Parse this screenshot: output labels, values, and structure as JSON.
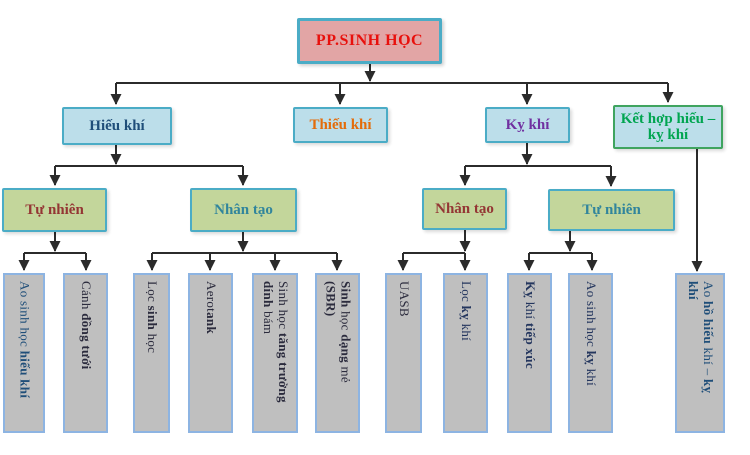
{
  "diagram": {
    "title": "PP.SINH HỌC",
    "root": {
      "label": "PP.SINH HỌC",
      "color": "#E8100C"
    },
    "branches": [
      {
        "label": "Hiếu khí",
        "color": "#1F4E79"
      },
      {
        "label": "Thiếu khí",
        "color": "#E36C0A"
      },
      {
        "label": "Kỵ khí",
        "color": "#7030A0"
      },
      {
        "label": "Kết hợp hiếu – kỵ khí",
        "color": "#00A550"
      }
    ],
    "methods": [
      {
        "label": "Tự nhiên",
        "color": "#943634",
        "parent": "Hiếu khí"
      },
      {
        "label": "Nhân tạo",
        "color": "#31859C",
        "parent": "Hiếu khí"
      },
      {
        "label": "Nhân tạo",
        "color": "#943634",
        "parent": "Kỵ khí"
      },
      {
        "label": "Tự nhiên",
        "color": "#31859C",
        "parent": "Kỵ khí"
      }
    ],
    "leaves": [
      {
        "label": "Ao sinh học hiếu khí",
        "color": "#1F4E79",
        "segments": [
          {
            "t": "Ao sinh học ",
            "b": false
          },
          {
            "t": "hiếu khí",
            "b": true
          }
        ]
      },
      {
        "label": "Cánh đồng tưới",
        "color": "#2B2B3D",
        "segments": [
          {
            "t": "Cánh ",
            "b": false
          },
          {
            "t": "đồng tưới",
            "b": true
          }
        ]
      },
      {
        "label": "Lọc sinh học",
        "color": "#2B2B3D",
        "segments": [
          {
            "t": "Lọc ",
            "b": false
          },
          {
            "t": "sinh",
            "b": true
          },
          {
            "t": " học",
            "b": false
          }
        ]
      },
      {
        "label": "Aerotank",
        "color": "#2B2B3D",
        "segments": [
          {
            "t": "Aerot",
            "b": false
          },
          {
            "t": "ank",
            "b": true
          }
        ]
      },
      {
        "label": "Sinh học tăng trưởng dính bám",
        "color": "#2B2B3D",
        "segments": [
          {
            "t": "Sinh học ",
            "b": false
          },
          {
            "t": "tăng trưởng",
            "b": true
          },
          {
            "t": "\n",
            "b": false
          },
          {
            "t": "dính",
            "b": true
          },
          {
            "t": " bám",
            "b": false
          }
        ]
      },
      {
        "label": "Sinh học dạng mẻ (SBR)",
        "color": "#2B2B3D",
        "segments": [
          {
            "t": "Sinh",
            "b": true
          },
          {
            "t": " học ",
            "b": false
          },
          {
            "t": "dạng",
            "b": true
          },
          {
            "t": " mẻ ",
            "b": false
          },
          {
            "t": "\n",
            "b": false
          },
          {
            "t": "(SBR)",
            "b": true
          }
        ]
      },
      {
        "label": "UASB",
        "color": "#2B2B3D",
        "segments": [
          {
            "t": "UASB",
            "b": false
          }
        ]
      },
      {
        "label": "Lọc kỵ khí",
        "color": "#24365E",
        "segments": [
          {
            "t": "Lọc ",
            "b": false
          },
          {
            "t": "kỵ",
            "b": true
          },
          {
            "t": " khí",
            "b": false
          }
        ]
      },
      {
        "label": "Kỵ khí tiếp xúc",
        "color": "#24365E",
        "segments": [
          {
            "t": "Kỵ",
            "b": true
          },
          {
            "t": " khí ",
            "b": false
          },
          {
            "t": "tiếp xúc",
            "b": true
          }
        ]
      },
      {
        "label": "Ao sinh học kỵ khí",
        "color": "#24365E",
        "segments": [
          {
            "t": "Ao sinh học ",
            "b": false
          },
          {
            "t": "kỵ",
            "b": true
          },
          {
            "t": " khí",
            "b": false
          }
        ]
      },
      {
        "label": "Ao hồ hiếu khí – kỵ khí",
        "color": "#1F4E79",
        "segments": [
          {
            "t": "Ao ",
            "b": false
          },
          {
            "t": "hồ hiếu",
            "b": true
          },
          {
            "t": " khí – ",
            "b": false
          },
          {
            "t": "kỵ",
            "b": true
          },
          {
            "t": "\n",
            "b": false
          },
          {
            "t": "khí",
            "b": true
          }
        ]
      }
    ],
    "line_color": "#2B2B2B"
  }
}
